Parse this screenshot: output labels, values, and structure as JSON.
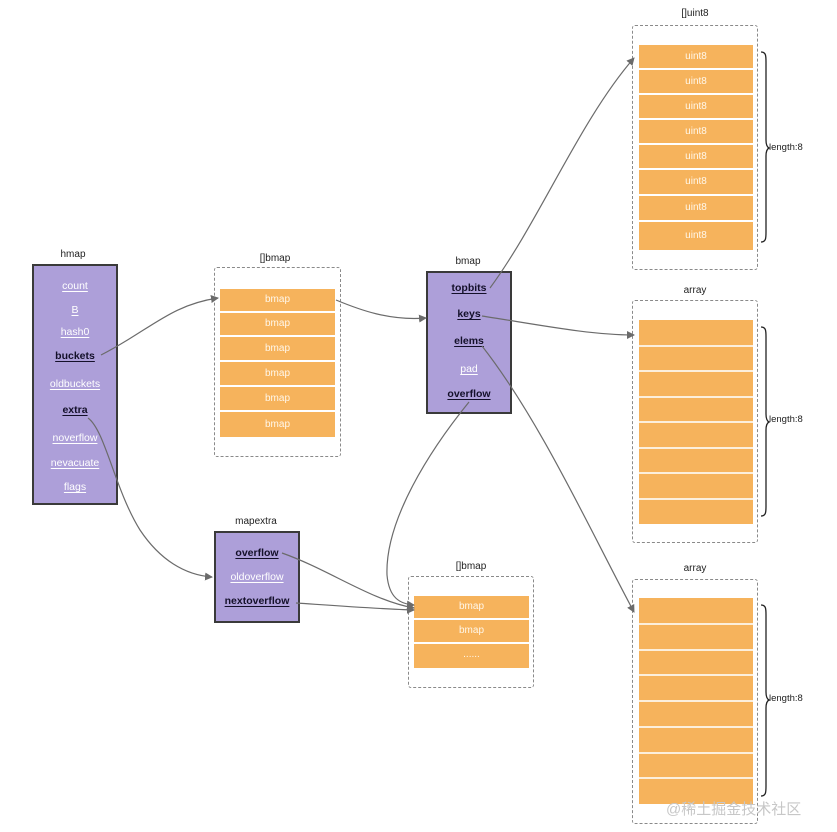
{
  "hmap": {
    "title": "hmap",
    "fields": [
      {
        "label": "count",
        "bold": false
      },
      {
        "label": "B",
        "bold": false
      },
      {
        "label": "hash0",
        "bold": false
      },
      {
        "label": "buckets",
        "bold": true
      },
      {
        "label": "oldbuckets",
        "bold": false
      },
      {
        "label": "extra",
        "bold": true
      },
      {
        "label": "noverflow",
        "bold": false
      },
      {
        "label": "nevacuate",
        "bold": false
      },
      {
        "label": "flags",
        "bold": false
      }
    ]
  },
  "bmap_array": {
    "title": "[]bmap",
    "cells": [
      "bmap",
      "bmap",
      "bmap",
      "bmap",
      "bmap",
      "bmap"
    ]
  },
  "bmap": {
    "title": "bmap",
    "fields": [
      {
        "label": "topbits",
        "bold": true
      },
      {
        "label": "keys",
        "bold": true
      },
      {
        "label": "elems",
        "bold": true
      },
      {
        "label": "pad",
        "bold": false
      },
      {
        "label": "overflow",
        "bold": true
      }
    ]
  },
  "mapextra": {
    "title": "mapextra",
    "fields": [
      {
        "label": "overflow",
        "bold": true
      },
      {
        "label": "oldoverflow",
        "bold": false
      },
      {
        "label": "nextoverflow",
        "bold": true
      }
    ]
  },
  "overflow_bmap_array": {
    "title": "[]bmap",
    "cells": [
      "bmap",
      "bmap",
      "......"
    ]
  },
  "uint8_array": {
    "title": "[]uint8",
    "cells": [
      "uint8",
      "uint8",
      "uint8",
      "uint8",
      "uint8",
      "uint8",
      "uint8",
      "uint8"
    ],
    "length_label": "length:8"
  },
  "keys_array": {
    "title": "array",
    "length_label": "length:8",
    "cell_count": 8
  },
  "elems_array": {
    "title": "array",
    "length_label": "length:8",
    "cell_count": 8
  },
  "watermark": "@稀土掘金技术社区",
  "colors": {
    "struct_fill": "#ad9fd9",
    "cell_fill": "#f6b35c",
    "arrow": "#6b6b6b"
  }
}
